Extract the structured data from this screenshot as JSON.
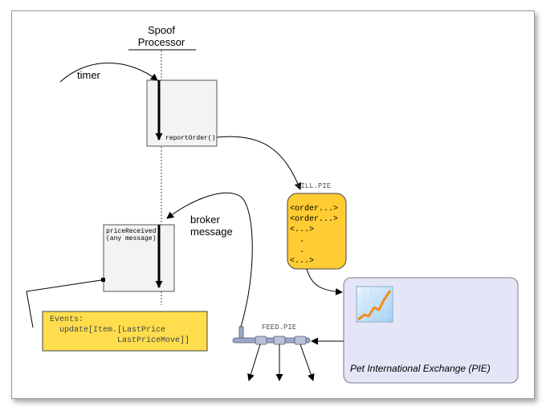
{
  "processor": {
    "title_line1": "Spoof",
    "title_line2": "Processor"
  },
  "timer_label": "timer",
  "report_method": "reportOrder()",
  "price_method": {
    "line1": "priceReceived",
    "line2": "(any message)"
  },
  "broker_label": {
    "line1": "broker",
    "line2": "message"
  },
  "fill": {
    "title": "FILL.PIE",
    "lines": [
      "<order...>",
      "<order...>",
      "<...>",
      "  .",
      "  .",
      "<...>"
    ]
  },
  "feed_title": "FEED.PIE",
  "events": {
    "line1": "Events:",
    "line2": "  update[Item.[LastPrice",
    "line3": "              LastPriceMove]]"
  },
  "exchange_label": "Pet International Exchange (PIE)",
  "colors": {
    "yellow": "#FFCC33",
    "events_yellow": "#FFDD4D",
    "exchange_fill": "#E4E6F8",
    "exchange_border": "#7A7A8C",
    "box_fill": "#F3F3F3",
    "feed_pipe": "#9CA8C8"
  }
}
